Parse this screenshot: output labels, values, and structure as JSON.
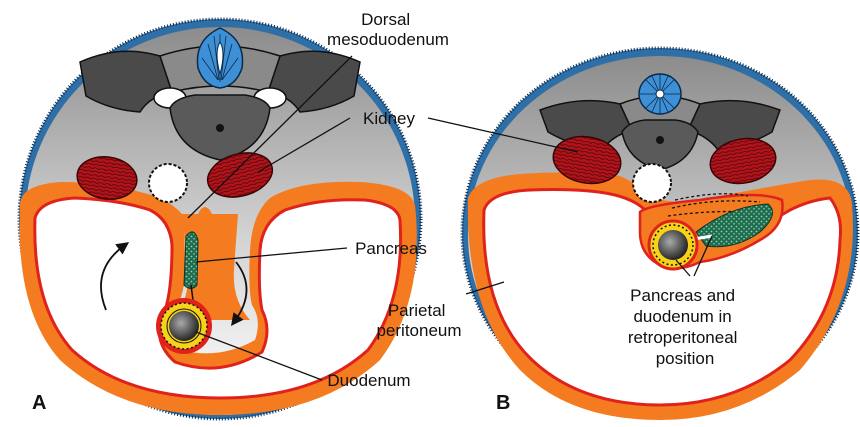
{
  "panels": {
    "a": "A",
    "b": "B"
  },
  "labels": {
    "dorsal_mesoduodenum": [
      "Dorsal",
      "mesoduodenum"
    ],
    "kidney": "Kidney",
    "pancreas": "Pancreas",
    "parietal_peritoneum": [
      "Parietal",
      "peritoneum"
    ],
    "duodenum": "Duodenum",
    "pancreas_duodenum_retro": [
      "Pancreas and",
      "duodenum in",
      "retroperitoneal",
      "position"
    ]
  },
  "colors": {
    "skin": "#2f6fa8",
    "peritoneum_orange": "#f47b20",
    "peritoneum_red": "#e0221c",
    "kidney": "#b3141b",
    "vertebra_blue": "#3d8fd6",
    "pancreas_green": "#1f6b4e",
    "duodenum_yellow": "#f6d21a"
  }
}
